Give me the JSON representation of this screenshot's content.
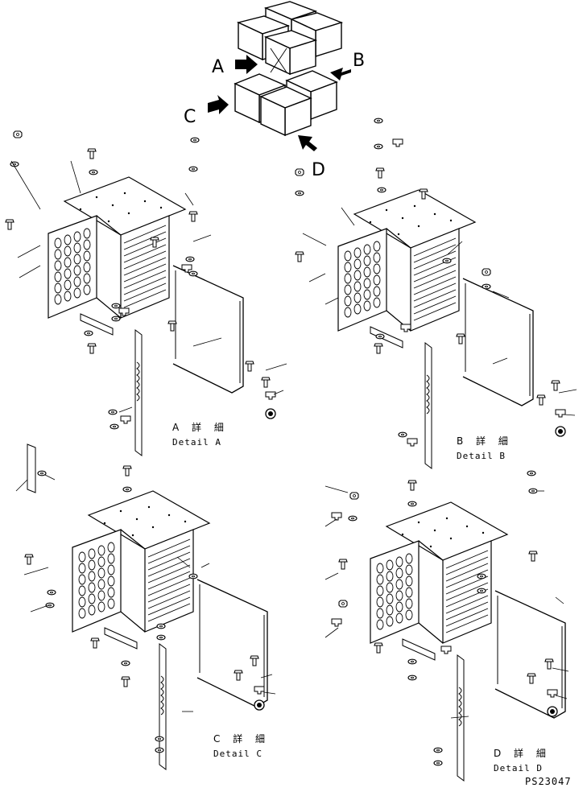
{
  "overview": {
    "views": [
      {
        "id": "A",
        "label": "A"
      },
      {
        "id": "B",
        "label": "B"
      },
      {
        "id": "C",
        "label": "C"
      },
      {
        "id": "D",
        "label": "D"
      }
    ]
  },
  "details": [
    {
      "id": "A",
      "caption_jp": "A 詳 細",
      "caption_en": "Detail A"
    },
    {
      "id": "B",
      "caption_jp": "B 詳 細",
      "caption_en": "Detail B"
    },
    {
      "id": "C",
      "caption_jp": "C 詳 細",
      "caption_en": "Detail C"
    },
    {
      "id": "D",
      "caption_jp": "D 詳 細",
      "caption_en": "Detail D"
    }
  ],
  "drawing_code": "PS23047",
  "colors": {
    "line": "#000000",
    "background": "#ffffff"
  }
}
